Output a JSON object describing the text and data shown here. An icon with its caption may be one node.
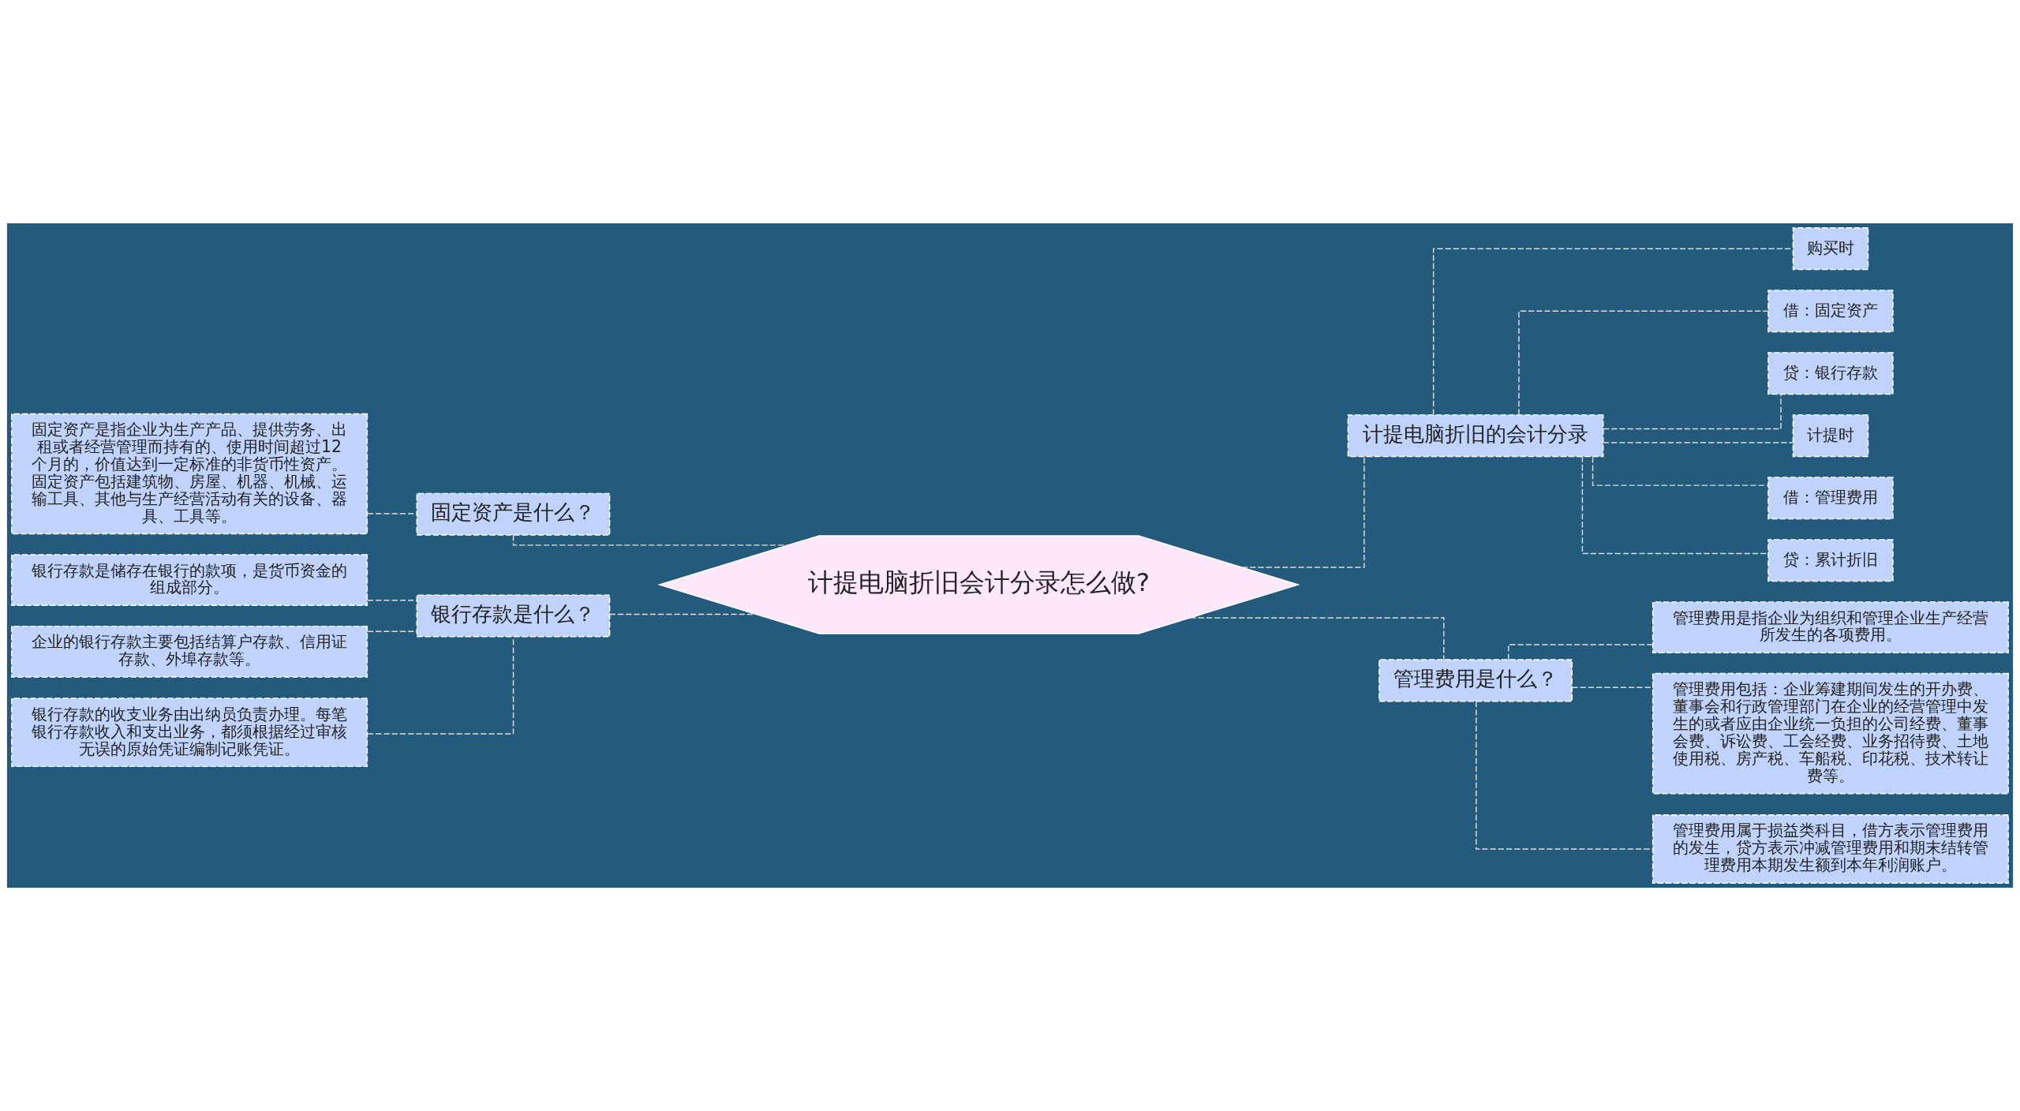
{
  "diagram": {
    "nodes": [
      {
        "text": [
          "计提电脑折旧会计分录怎么做?"
        ]
      },
      {
        "text": [
          "固定资产是什么？"
        ]
      },
      {
        "text": [
          "固定资产是指企业为生产产品、提供劳务、出租或者经营管理而持有的、使用时间超过12个月的，价值达到一定标准的非货币性资产。固定资产包括建筑物、房屋、机器、机械、运输工具、其他与生产经营活动有关的设备、器具、工具等。"
        ]
      },
      {
        "text": [
          "银行存款是什么？"
        ]
      },
      {
        "text": [
          "银行存款是储存在银行的款项，是货币资金的组成部分。"
        ]
      },
      {
        "text": [
          "企业的银行存款主要包括结算户存款、信用证存款、外埠存款等。"
        ]
      },
      {
        "text": [
          "银行存款的收支业务由出纳员负责办理。每笔银行存款收入和支出业务，都须根据经过审核无误的原始凭证编制记账凭证。"
        ]
      },
      {
        "text": [
          "计提电脑折旧的会计分录"
        ]
      },
      {
        "text": [
          "购买时"
        ]
      },
      {
        "text": [
          "借：固定资产"
        ]
      },
      {
        "text": [
          "贷：银行存款"
        ]
      },
      {
        "text": [
          "计提时"
        ]
      },
      {
        "text": [
          "借：管理费用"
        ]
      },
      {
        "text": [
          "贷：累计折旧"
        ]
      },
      {
        "text": [
          "管理费用是什么？"
        ]
      },
      {
        "text": [
          "管理费用是指企业为组织和管理企业生产经营所发生的各项费用。"
        ]
      },
      {
        "text": [
          "管理费用包括：企业筹建期间发生的开办费、董事会和行政管理部门在企业的经营管理中发生的或者应由企业统一负担的公司经费、董事会费、诉讼费、工会经费、业务招待费、土地使用税、房产税、车船税、印花税、技术转让费等。"
        ]
      },
      {
        "text": [
          "管理费用属于损益类科目，借方表示管理费用的发生，贷方表示冲减管理费用和期末结转管理费用本期发生额到本年利润账户。"
        ]
      }
    ],
    "edges": [
      {
        "from": 0,
        "to": 1,
        "arrow": "none",
        "style": "dashed"
      },
      {
        "from": 1,
        "to": 2,
        "arrow": "none",
        "style": "dashed"
      },
      {
        "from": 0,
        "to": 3,
        "arrow": "none",
        "style": "dashed"
      },
      {
        "from": 3,
        "to": 4,
        "arrow": "none",
        "style": "dashed"
      },
      {
        "from": 3,
        "to": 5,
        "arrow": "none",
        "style": "dashed"
      },
      {
        "from": 3,
        "to": 6,
        "arrow": "none",
        "style": "dashed"
      },
      {
        "from": 0,
        "to": 7,
        "arrow": "none",
        "style": "dashed"
      },
      {
        "from": 7,
        "to": 8,
        "arrow": "none",
        "style": "dashed"
      },
      {
        "from": 7,
        "to": 9,
        "arrow": "none",
        "style": "dashed"
      },
      {
        "from": 7,
        "to": 10,
        "arrow": "none",
        "style": "dashed"
      },
      {
        "from": 7,
        "to": 11,
        "arrow": "none",
        "style": "dashed"
      },
      {
        "from": 7,
        "to": 12,
        "arrow": "none",
        "style": "dashed"
      },
      {
        "from": 7,
        "to": 13,
        "arrow": "none",
        "style": "dashed"
      },
      {
        "from": 0,
        "to": 14,
        "arrow": "none",
        "style": "dashed"
      },
      {
        "from": 14,
        "to": 15,
        "arrow": "none",
        "style": "dashed"
      },
      {
        "from": 14,
        "to": 16,
        "arrow": "none",
        "style": "dashed"
      },
      {
        "from": 14,
        "to": 17,
        "arrow": "none",
        "style": "dashed"
      }
    ]
  }
}
